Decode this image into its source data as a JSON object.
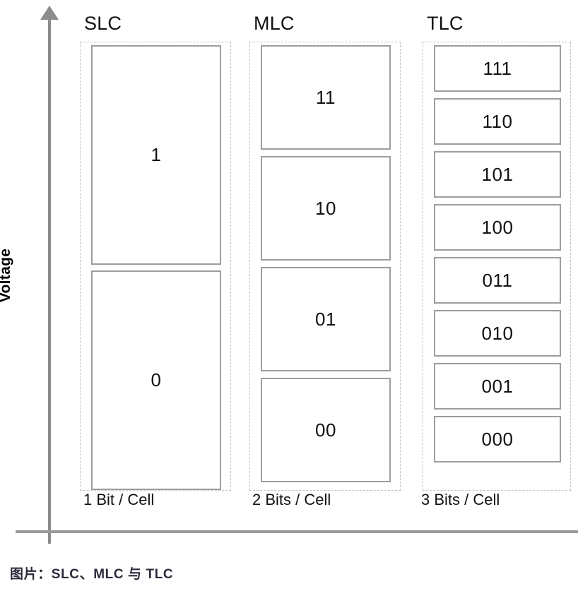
{
  "axis": {
    "y_label": "Voltage",
    "arrow_direction": "up"
  },
  "columns": [
    {
      "title": "SLC",
      "footer": "1 Bit / Cell",
      "cells": [
        "1",
        "0"
      ]
    },
    {
      "title": "MLC",
      "footer": "2 Bits / Cell",
      "cells": [
        "11",
        "10",
        "01",
        "00"
      ]
    },
    {
      "title": "TLC",
      "footer": "3 Bits / Cell",
      "cells": [
        "111",
        "110",
        "101",
        "100",
        "011",
        "010",
        "001",
        "000"
      ]
    }
  ],
  "caption": "图片：SLC、MLC 与 TLC",
  "colors": {
    "axis": "#8c8c8c",
    "cell_border": "#9d9d9d",
    "dashed_border": "#c2c2c2",
    "text": "#111111",
    "caption_text": "#2b2b3c",
    "background": "#ffffff"
  }
}
